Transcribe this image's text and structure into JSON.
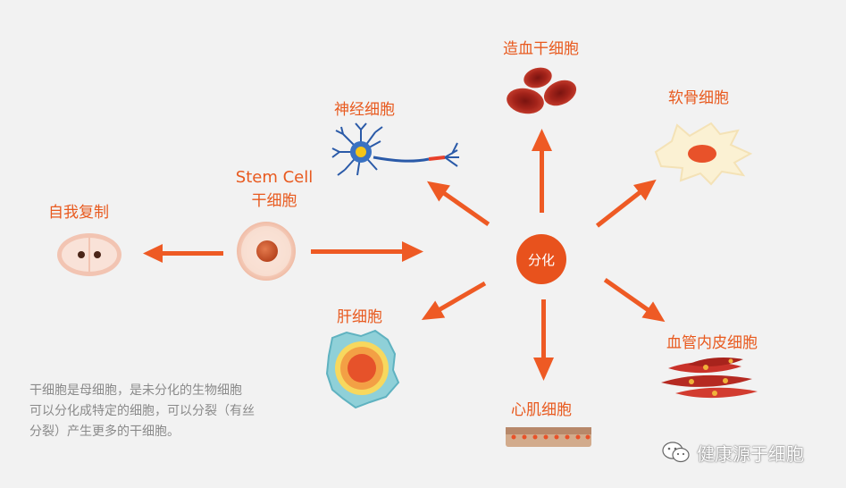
{
  "center": {
    "label": "分化"
  },
  "stem_cell": {
    "label_en": "Stem Cell",
    "label_zh": "干细胞"
  },
  "self_renewal": {
    "label": "自我复制"
  },
  "targets": [
    {
      "label": "造血干细胞"
    },
    {
      "label": "神经细胞"
    },
    {
      "label": "软骨细胞"
    },
    {
      "label": "肝细胞"
    },
    {
      "label": "血管内皮细胞"
    },
    {
      "label": "心肌细胞"
    }
  ],
  "description": [
    "干细胞是母细胞，是未分化的生物细胞",
    "可以分化成特定的细胞，可以分裂（有丝",
    "分裂）产生更多的干细胞。"
  ],
  "watermark": {
    "icon": "wechat-icon",
    "text": "健康源于细胞"
  },
  "colors": {
    "accent": "#e85a1f",
    "arrow": "#ee5a24",
    "background": "#f2f2f2",
    "description_text": "#8a8a8a"
  }
}
